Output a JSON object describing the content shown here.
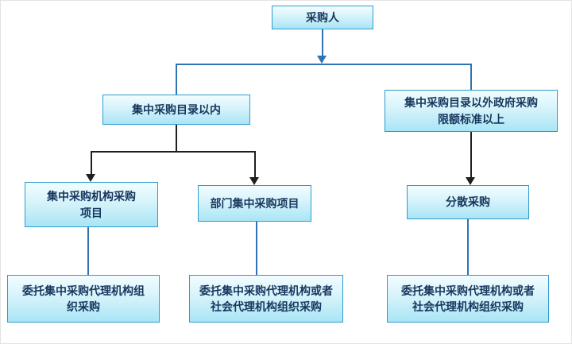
{
  "colors": {
    "box_border": "#2f9ad0",
    "box_fill_top": "#f2fdff",
    "box_fill_bottom": "#a9e5f5",
    "text": "#17375e",
    "line_blue": "#2e74b5",
    "line_black": "#1f1f1f"
  },
  "diagram": {
    "nodes": {
      "purchaser": "采购人",
      "within_catalog": "集中采购目录以内",
      "outside_catalog": "集中采购目录以外政府采购\n限额标准以上",
      "central_agency_project": "集中采购机构采购\n项目",
      "department_project": "部门集中采购项目",
      "decentralized": "分散采购",
      "entrust_central": "委托集中采购代理机构组\n织采购",
      "entrust_central_or_social_mid": "委托集中采购代理机构或者\n社会代理机构组织采购",
      "entrust_central_or_social_right": "委托集中采购代理机构或者\n社会代理机构组织采购"
    }
  }
}
